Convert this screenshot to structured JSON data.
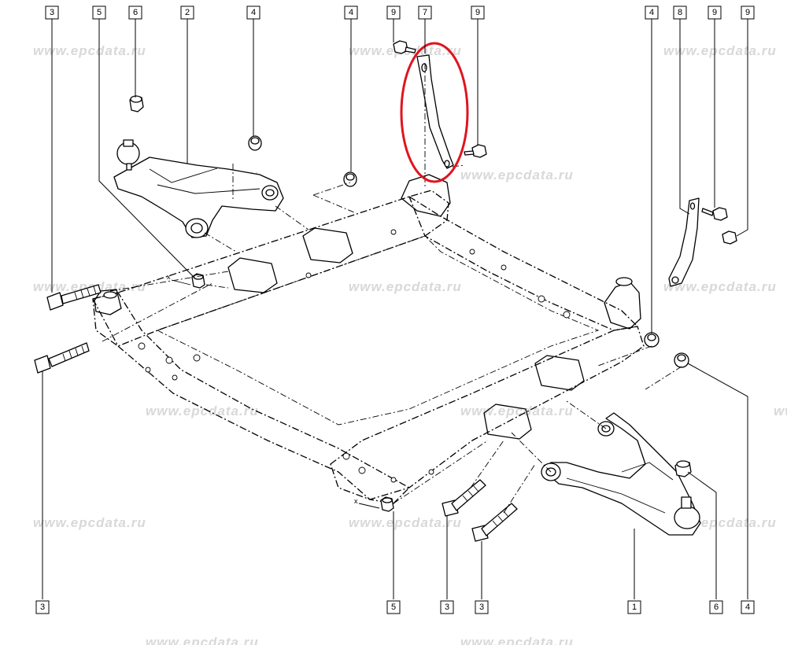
{
  "watermark": "www.epcdata.ru",
  "highlight_color": "#e0141e",
  "callouts": {
    "top": [
      "3",
      "5",
      "6",
      "2",
      "4",
      "4",
      "9",
      "7",
      "9",
      "4",
      "8",
      "9",
      "9"
    ],
    "bottom": [
      "3",
      "5",
      "3",
      "3",
      "1",
      "6",
      "4"
    ]
  },
  "axis_markers": {
    "x_top": "x",
    "x_bottom": "x"
  }
}
